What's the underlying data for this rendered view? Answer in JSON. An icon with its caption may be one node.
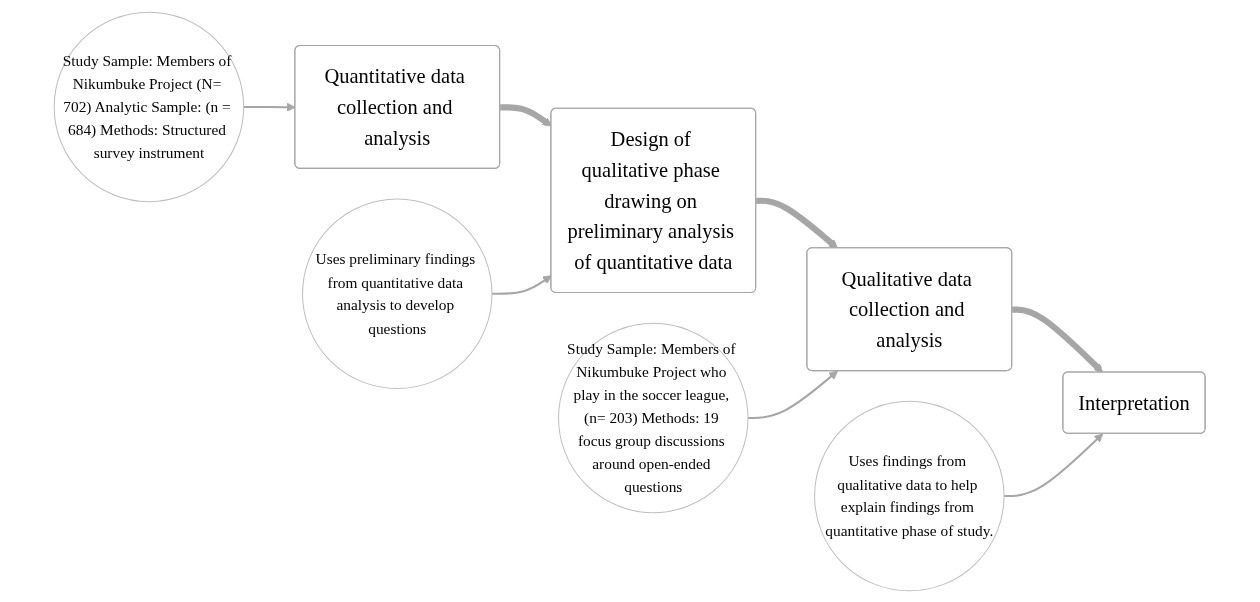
{
  "diagram": {
    "nodes": [
      {
        "text": [
          "Quantitative data collection and analysis"
        ]
      },
      {
        "text": [
          "Design of qualitative phase drawing on preliminary analysis of quantitative data"
        ]
      },
      {
        "text": [
          "Qualitative data collection and analysis"
        ]
      },
      {
        "text": [
          "Interpretation"
        ]
      },
      {
        "text": [
          "Study Sample: Members of Nikumbuke Project (N= 702) Analytic Sample: (n = 684) Methods: Structured survey instrument"
        ]
      },
      {
        "text": [
          "Uses preliminary findings from quantitative data analysis to develop questions"
        ]
      },
      {
        "text": [
          "Study Sample: Members of Nikumbuke Project who play in the soccer league, (n= 203) Methods: 19 focus group discussions around open-ended questions"
        ]
      },
      {
        "text": [
          "Uses findings from qualitative data to help explain findings from quantitative phase of study."
        ]
      }
    ],
    "edges": [
      {
        "from": 0,
        "to": 1,
        "arrow": "to",
        "style": "thick"
      },
      {
        "from": 1,
        "to": 2,
        "arrow": "to",
        "style": "thick"
      },
      {
        "from": 2,
        "to": 3,
        "arrow": "to",
        "style": "thick"
      },
      {
        "from": 4,
        "to": 0,
        "arrow": "to"
      },
      {
        "from": 5,
        "to": 1,
        "arrow": "to"
      },
      {
        "from": 6,
        "to": 2,
        "arrow": "to"
      },
      {
        "from": 7,
        "to": 3,
        "arrow": "to"
      }
    ]
  }
}
